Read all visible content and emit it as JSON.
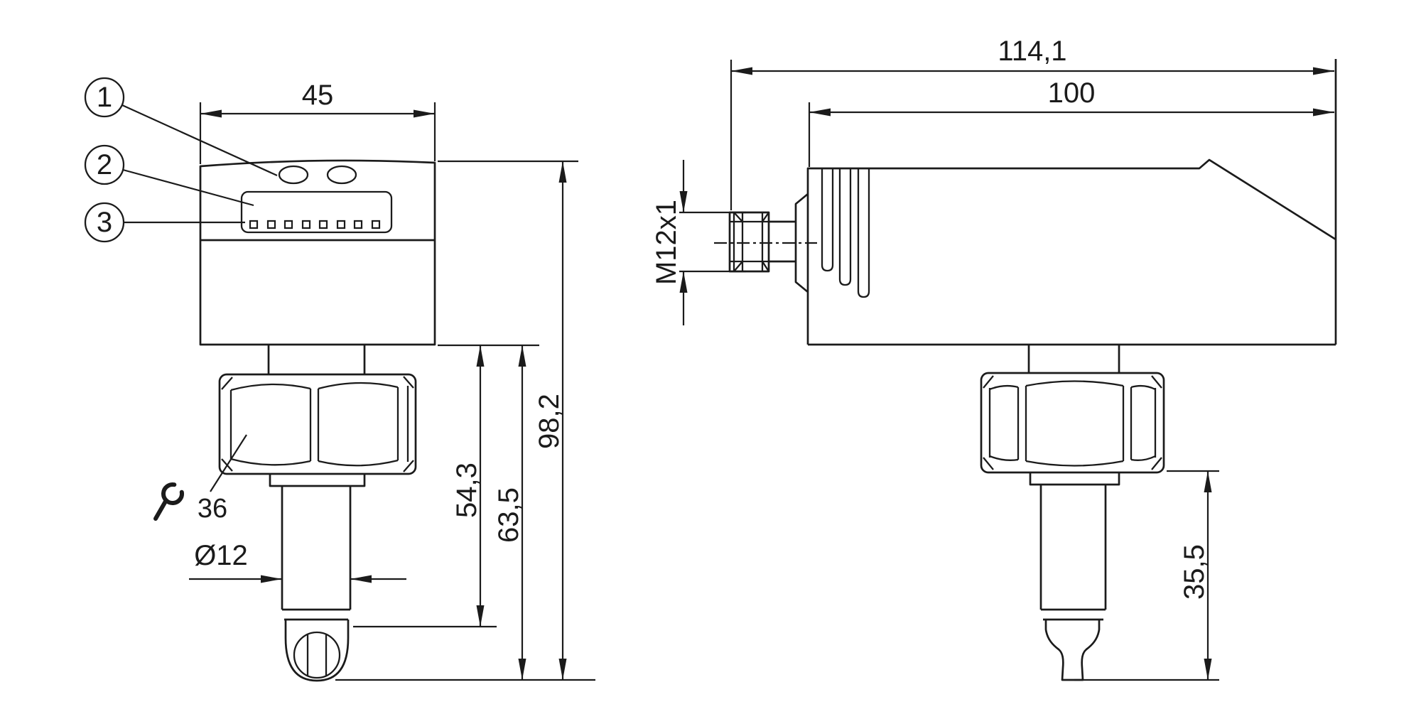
{
  "drawing": {
    "background_color": "#ffffff",
    "line_color": "#1b1b1b",
    "type": "technical dimensional drawing, sensor with display, hex nut and probe, two orthographic views"
  },
  "front_view": {
    "width_dim": "45",
    "overall_height_dim": "98,2",
    "probe_length_dim": "63,5",
    "probe_shoulder_dim": "54,3",
    "probe_diameter_dim": "Ø12",
    "wrench_size": "36",
    "callouts": [
      "1",
      "2",
      "3"
    ]
  },
  "side_view": {
    "overall_length_dim": "114,1",
    "housing_length_dim": "100",
    "connector_thread_dim": "M12x1",
    "insertion_depth_dim": "35,5"
  }
}
